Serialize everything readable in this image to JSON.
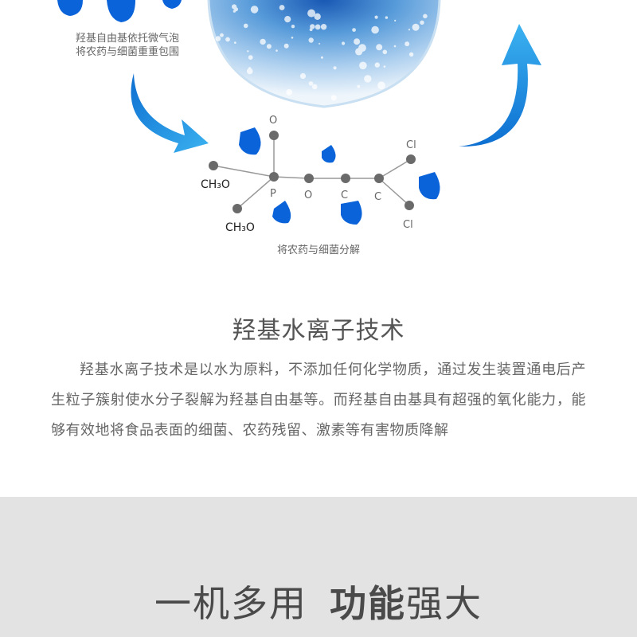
{
  "diagram": {
    "caption_top": [
      "羟基自由基依托微气泡",
      "将农药与细菌重重包围"
    ],
    "caption_bottom": "将农药与细菌分解",
    "atoms": {
      "o_top": "O",
      "p": "P",
      "o_mid": "O",
      "c1": "C",
      "c2": "C",
      "cl_top": "Cl",
      "cl_bottom": "Cl",
      "ch3o_left": "CH₃O",
      "ch3o_bottom": "CH₃O"
    },
    "colors": {
      "drop": "#0a63d9",
      "arrow": "#1591e3",
      "bond": "#999999",
      "atom": "#666666"
    }
  },
  "section": {
    "title": "羟基水离子技术",
    "body": "羟基水离子技术是以水为原料，不添加任何化学物质，通过发生装置通电后产生粒子簇射使水分子裂解为羟基自由基等。而羟基自由基具有超强的氧化能力，能够有效地将食品表面的细菌、农药残留、激素等有害物质降解"
  },
  "banner": {
    "part1": "一机多用",
    "part2_bold": "功能",
    "part2_rest": "强大"
  }
}
